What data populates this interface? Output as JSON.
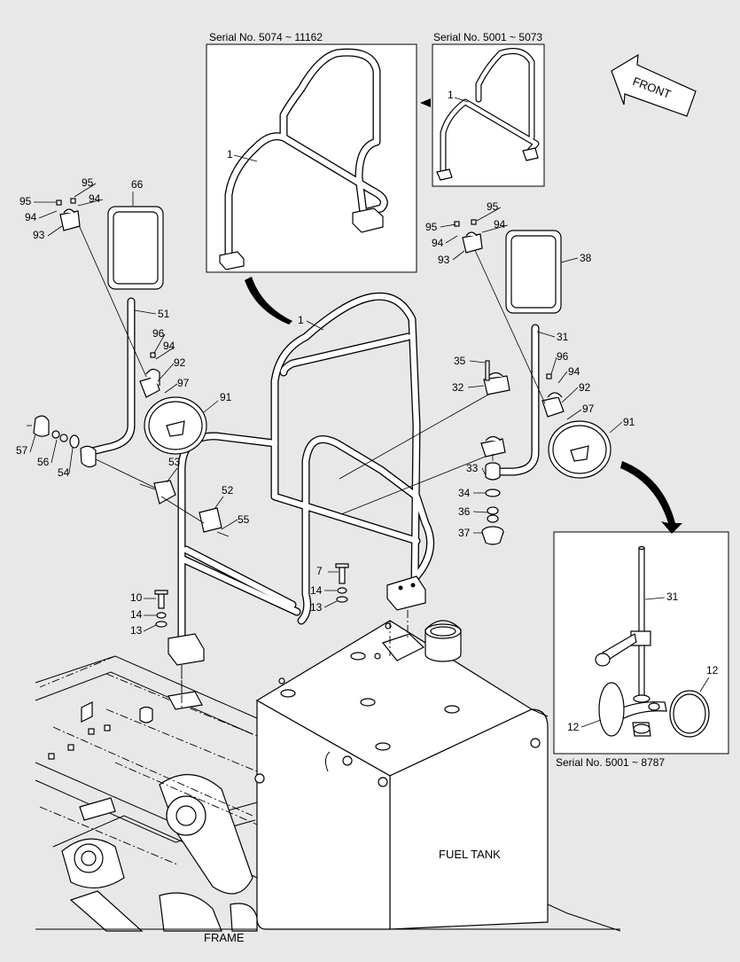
{
  "insets": {
    "top_left": {
      "serial": "Serial No.  5074 ~ 11162",
      "label": "1"
    },
    "top_right": {
      "serial": "Serial No.  5001 ~ 5073",
      "label": "1"
    },
    "bottom_right": {
      "serial": "Serial No.  5001 ~ 8787",
      "labels": [
        "31",
        "12",
        "12"
      ]
    }
  },
  "direction_arrow": {
    "text": "FRONT"
  },
  "components": {
    "fuel_tank": "FUEL TANK",
    "frame": "FRAME"
  },
  "callouts": {
    "left_mirror": [
      "95",
      "95",
      "94",
      "94",
      "93",
      "66",
      "51",
      "96",
      "94",
      "92",
      "97",
      "91",
      "57",
      "56",
      "54",
      "53",
      "52",
      "55"
    ],
    "right_mirror": [
      "95",
      "95",
      "94",
      "94",
      "93",
      "38",
      "31",
      "96",
      "94",
      "92",
      "97",
      "91",
      "35",
      "32",
      "33",
      "34",
      "36",
      "37"
    ],
    "center": [
      "1",
      "7",
      "14",
      "13",
      "10",
      "14",
      "13"
    ]
  }
}
